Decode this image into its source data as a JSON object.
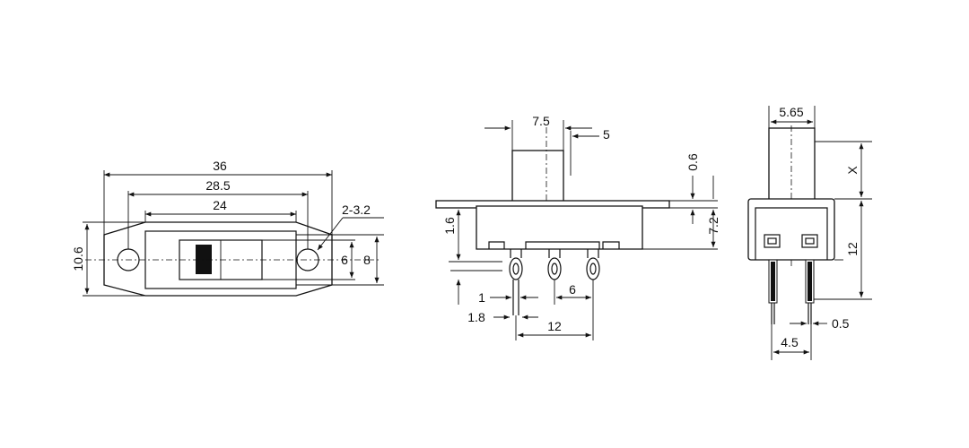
{
  "colors": {
    "line": "#111111",
    "background": "#ffffff"
  },
  "front_view": {
    "dim_overall_length": "36",
    "dim_hole_spacing": "28.5",
    "dim_body_length": "24",
    "dim_holes": "2-3.2",
    "dim_flange_height": "10.6",
    "dim_slot_height": "6",
    "dim_body_height": "8"
  },
  "side_view": {
    "dim_actuator_width": "7.5",
    "dim_actuator_offset": "5",
    "dim_plate_thickness": "0.6",
    "dim_mount_height": "1.6",
    "dim_body_depth": "7.2",
    "dim_pin_width": "1",
    "dim_pin_pitch": "6",
    "dim_pin_offset": "1.8",
    "dim_pin_span": "12"
  },
  "end_view": {
    "dim_actuator_width": "5.65",
    "dim_actuator_height": "X",
    "dim_body_height": "12",
    "dim_pin_thickness": "0.5",
    "dim_pin_spacing": "4.5"
  }
}
